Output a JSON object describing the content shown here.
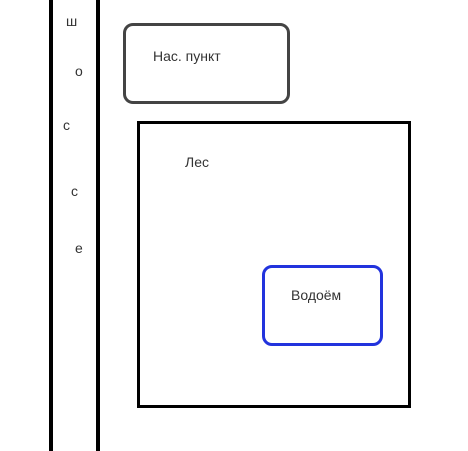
{
  "road": {
    "letters": [
      "ш",
      "о",
      "с",
      "с",
      "е"
    ]
  },
  "settlement": {
    "label": "Нас. пункт"
  },
  "forest": {
    "label": "Лес"
  },
  "water": {
    "label": "Водоём",
    "border_color": "#2233dd"
  }
}
